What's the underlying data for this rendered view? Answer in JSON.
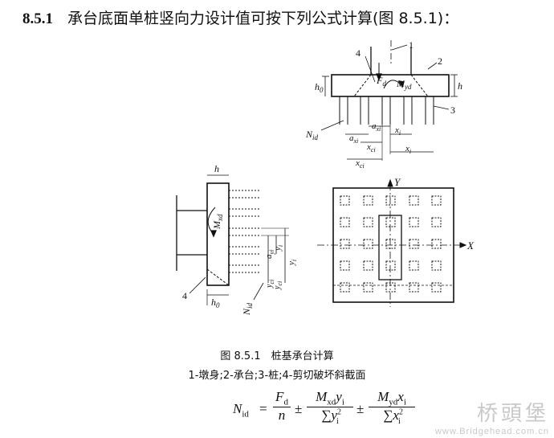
{
  "heading": {
    "number": "8.5.1",
    "text": "承台底面单桩竖向力设计值可按下列公式计算(图 8.5.1)："
  },
  "figure": {
    "caption": "图 8.5.1　桩基承台计算",
    "legend": "1-墩身;2-承台;3-桩;4-剪切破坏斜截面",
    "elevation_labels": {
      "part1": "1",
      "part2": "2",
      "part3": "3",
      "part4": "4",
      "fd": "F",
      "fd_sub": "d",
      "myd": "M",
      "myd_sub": "yd",
      "h": "h",
      "h0": "h",
      "h0_sub": "0",
      "nid": "N",
      "nid_sub": "id",
      "axi": "a",
      "axi_sub": "xi",
      "xci": "x",
      "xci_sub": "ci",
      "xi": "x",
      "xi_sub": "i"
    },
    "side_labels": {
      "h": "h",
      "mxd": "M",
      "mxd_sub": "xd",
      "ayi": "a",
      "ayi_sub": "yi",
      "yi": "y",
      "yi_sub": "i",
      "yci": "y",
      "yci_sub": "ci",
      "h0": "h",
      "h0_sub": "0",
      "part4": "4",
      "nid": "N",
      "nid_sub": "id"
    },
    "plan_labels": {
      "x_axis": "X",
      "y_axis": "Y"
    }
  },
  "formula": {
    "lhs": "N",
    "lhs_sub": "id",
    "eq": "=",
    "t1_num": "F",
    "t1_num_sub": "d",
    "t1_den": "n",
    "pm1": "±",
    "t2_num_a": "M",
    "t2_num_a_sub": "xd",
    "t2_num_b": "y",
    "t2_num_b_sub": "i",
    "t2_den_sigma": "∑",
    "t2_den": "y",
    "t2_den_sup": "2",
    "t2_den_sub": "i",
    "pm2": "±",
    "t3_num_a": "M",
    "t3_num_a_sub": "yd",
    "t3_num_b": "x",
    "t3_num_b_sub": "i",
    "t3_den_sigma": "∑",
    "t3_den": "x",
    "t3_den_sup": "2",
    "t3_den_sub": "i"
  },
  "watermark": {
    "logo": "桥頭堡",
    "url": "www.Bridgehead.com.cn"
  }
}
